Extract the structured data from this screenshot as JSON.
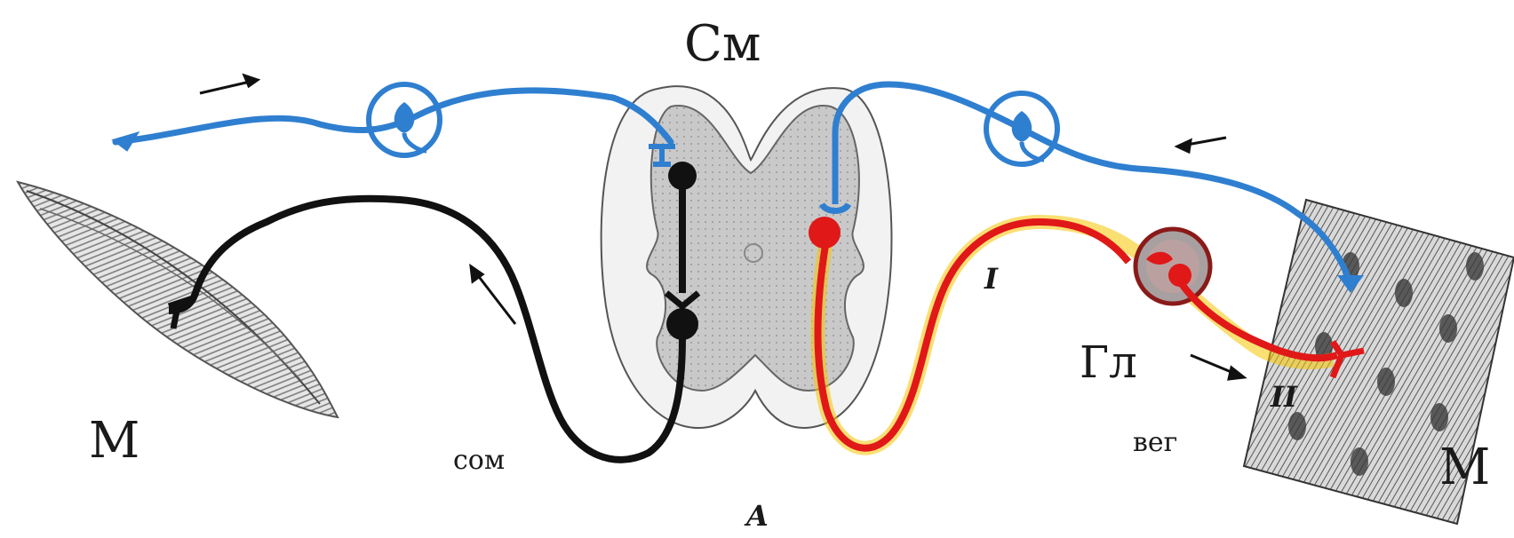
{
  "labels": {
    "spinal_cord": "См",
    "muscle_left": "М",
    "muscle_right": "М",
    "ganglion": "Гл",
    "somatic": "сом",
    "vegetative": "вег",
    "neuron_one": "I",
    "neuron_two": "II",
    "figure_letter": "A"
  },
  "colors": {
    "sensory": "#2f7fd0",
    "somatic_motor": "#111111",
    "autonomic": "#e01818",
    "glow": "#f5c400",
    "gray_matter": "#c9c9c9",
    "white_matter": "#f2f2f2",
    "ganglion_fill": "#a8a0a0"
  },
  "icons": [
    "arrow-icon"
  ]
}
